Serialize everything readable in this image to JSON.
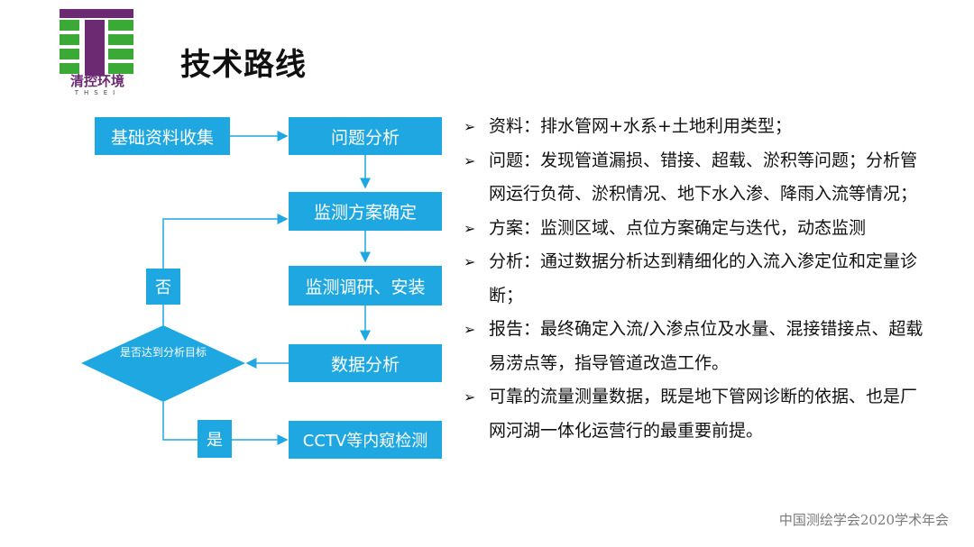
{
  "header": {
    "logo_text": "清控环境",
    "logo_subtext": "THSEI",
    "title": "技术路线"
  },
  "flow": {
    "collect": "基础资料收集",
    "analyze_problem": "问题分析",
    "plan": "监测方案确定",
    "install": "监测调研、安装",
    "data_analysis": "数据分析",
    "decision": "是否达到分析目标",
    "no": "否",
    "yes": "是",
    "cctv": "CCTV等内窥检测"
  },
  "bullets": [
    "资料：排水管网+水系+土地利用类型；",
    "问题：发现管道漏损、错接、超载、淤积等问题；分析管网运行负荷、淤积情况、地下水入渗、降雨入流等情况；",
    "方案：监测区域、点位方案确定与迭代，动态监测",
    "分析：通过数据分析达到精细化的入流入渗定位和定量诊断；",
    "报告：最终确定入流/入渗点位及水量、混接错接点、超载易涝点等，指导管道改造工作。",
    "可靠的流量测量数据，既是地下管网诊断的依据、也是厂网河湖一体化运营行的最重要前提。"
  ],
  "footer": "中国测绘学会2020学术年会",
  "colors": {
    "box": "#1ea7e0",
    "logo_purple": "#6b2a72",
    "logo_green": "#3aa935"
  }
}
